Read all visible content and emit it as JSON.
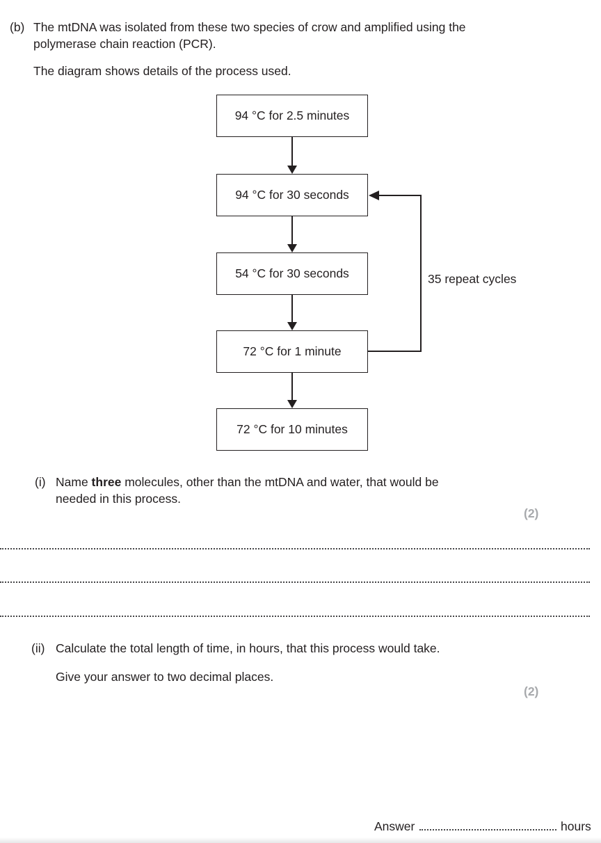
{
  "question_b": {
    "part_label": "(b)",
    "intro_line1": "The mtDNA was isolated from these two species of crow and amplified using the",
    "intro_line2": "polymerase chain reaction (PCR).",
    "caption": "The diagram shows details of the process used."
  },
  "flowchart": {
    "steps": [
      "94 °C for 2.5 minutes",
      "94 °C for 30 seconds",
      "54 °C for 30 seconds",
      "72 °C for 1 minute",
      "72 °C for 10 minutes"
    ],
    "loop_label": "35 repeat cycles"
  },
  "question_i": {
    "label": "(i)",
    "line1_pre": "Name ",
    "line1_bold": "three",
    "line1_post": " molecules, other than the mtDNA and water, that would be",
    "line2": "needed in this process.",
    "marks": "(2)"
  },
  "question_ii": {
    "label": "(ii)",
    "line1": "Calculate the total length of time, in hours, that this process would take.",
    "line2": "Give your answer to two decimal places.",
    "marks": "(2)"
  },
  "answer_row": {
    "label": "Answer",
    "unit": "hours"
  },
  "colors": {
    "ink": "#231f20",
    "marks_gray": "#a7a9ac"
  }
}
